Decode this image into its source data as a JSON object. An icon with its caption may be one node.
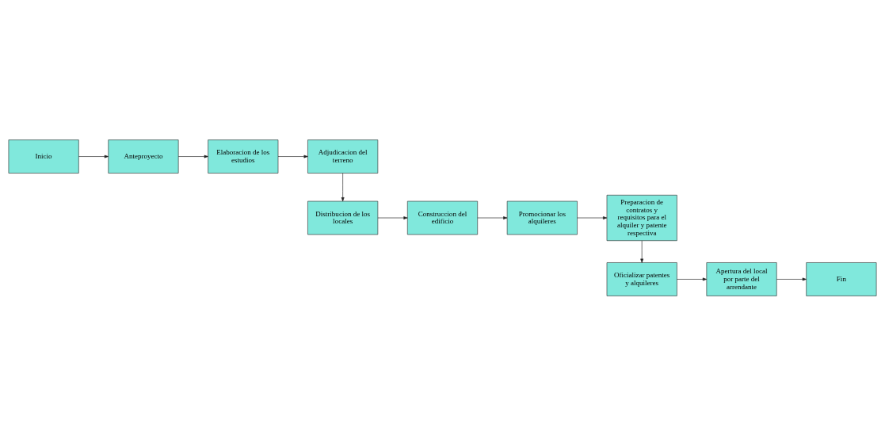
{
  "diagram": {
    "nodes": [
      {
        "text": [
          "Inicio"
        ]
      },
      {
        "text": [
          "Anteproyecto"
        ]
      },
      {
        "text": [
          "Elaboracion de los estudios"
        ]
      },
      {
        "text": [
          "Adjudicacion del terreno"
        ]
      },
      {
        "text": [
          "Distribucion de los locales"
        ]
      },
      {
        "text": [
          "Construccion del edificio"
        ]
      },
      {
        "text": [
          "Promocionar los alquileres"
        ]
      },
      {
        "text": [
          "Preparacion de contratos y requisitos para el alquiler y patente respectiva"
        ]
      },
      {
        "text": [
          "Oficializar patentes y alquileres"
        ]
      },
      {
        "text": [
          "Apertura del local por parte del arrendante"
        ]
      },
      {
        "text": [
          "Fin"
        ]
      }
    ],
    "edges": [
      {
        "from": 0,
        "to": 1,
        "arrow": "to"
      },
      {
        "from": 1,
        "to": 2,
        "arrow": "to"
      },
      {
        "from": 2,
        "to": 3,
        "arrow": "to"
      },
      {
        "from": 3,
        "to": 4,
        "arrow": "to"
      },
      {
        "from": 4,
        "to": 5,
        "arrow": "to"
      },
      {
        "from": 5,
        "to": 6,
        "arrow": "to"
      },
      {
        "from": 6,
        "to": 7,
        "arrow": "to"
      },
      {
        "from": 7,
        "to": 8,
        "arrow": "to"
      },
      {
        "from": 8,
        "to": 9,
        "arrow": "to"
      },
      {
        "from": 9,
        "to": 10,
        "arrow": "to"
      }
    ]
  }
}
